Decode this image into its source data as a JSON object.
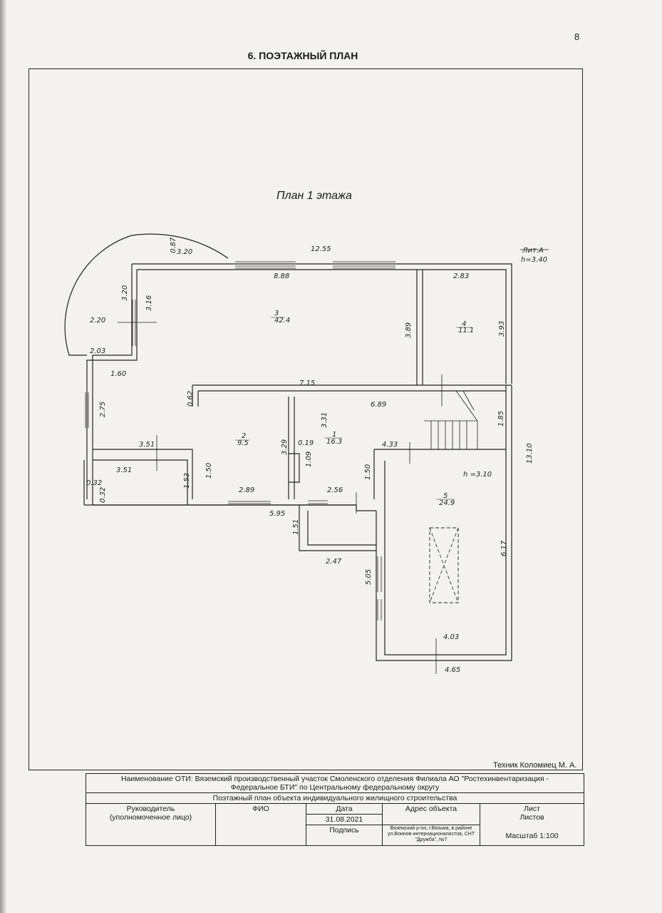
{
  "page_number": "8",
  "sheet_title": "6. ПОЭТАЖНЫЙ ПЛАН",
  "plan_title": "План 1 этажа",
  "lit": {
    "name": "Лит.А",
    "height": "h=3.40"
  },
  "rooms": [
    {
      "num": "1",
      "area": "16.3"
    },
    {
      "num": "2",
      "area": "9.5"
    },
    {
      "num": "3",
      "area": "42.4"
    },
    {
      "num": "4",
      "area": "11.1"
    },
    {
      "num": "5",
      "area": "24.9"
    }
  ],
  "room5_height": "h =3.10",
  "dims": {
    "d_0_87": "0.87",
    "d_3_20a": "3.20",
    "d_12_55": "12.55",
    "d_8_88": "8.88",
    "d_2_83": "2.83",
    "d_3_20b": "3.20",
    "d_3_16": "3.16",
    "d_2_20": "2.20",
    "d_2_03": "2.03",
    "d_3_89": "3.89",
    "d_3_93": "3.93",
    "d_1_60": "1.60",
    "d_7_15": "7.15",
    "d_0_62": "0.62",
    "d_2_75": "2.75",
    "d_6_89": "6.89",
    "d_3_31": "3.31",
    "d_1_85": "1.85",
    "d_13_10": "13.10",
    "d_3_29": "3.29",
    "d_0_19": "0.19",
    "d_4_33": "4.33",
    "d_3_51a": "3.51",
    "d_3_51b": "3.51",
    "d_1_09": "1.09",
    "d_0_32a": "0.32",
    "d_0_32b": "0.32",
    "d_1_53": "1.53",
    "d_1_50a": "1.50",
    "d_1_50b": "1.50",
    "d_2_89": "2.89",
    "d_2_56": "2.56",
    "d_5_95": "5.95",
    "d_1_51": "1.51",
    "d_6_17": "6.17",
    "d_2_47": "2.47",
    "d_5_05": "5.05",
    "d_4_03": "4.03",
    "d_4_65": "4.65"
  },
  "technician": "Техник Коломиец М. А.",
  "stamp": {
    "name_line1": "Наименование ОТИ: Вяземский производственный участок Смоленского отделения Филиала АО \"Ростехинвентаризация -",
    "name_line2": "Федеральное БТИ\" по Центральному федеральному округу",
    "doc_title": "Поэтажный план объекта индивидуального жилищного строительства",
    "head_label1": "Руководитель",
    "head_label2": "(уполномоченное лицо)",
    "fio": "ФИО",
    "date_label": "Дата",
    "date_value": "31.08.2021",
    "sign_label": "Подпись",
    "address_label": "Адрес объекта",
    "address_value": "Вяземский р-он, г.Вязьма, в районе ул.Воинов-интернационалистов, СНТ \"Дружба\", №7",
    "sheet_label": "Лист",
    "sheets_label": "Листов",
    "scale": "Масштаб 1:100"
  }
}
